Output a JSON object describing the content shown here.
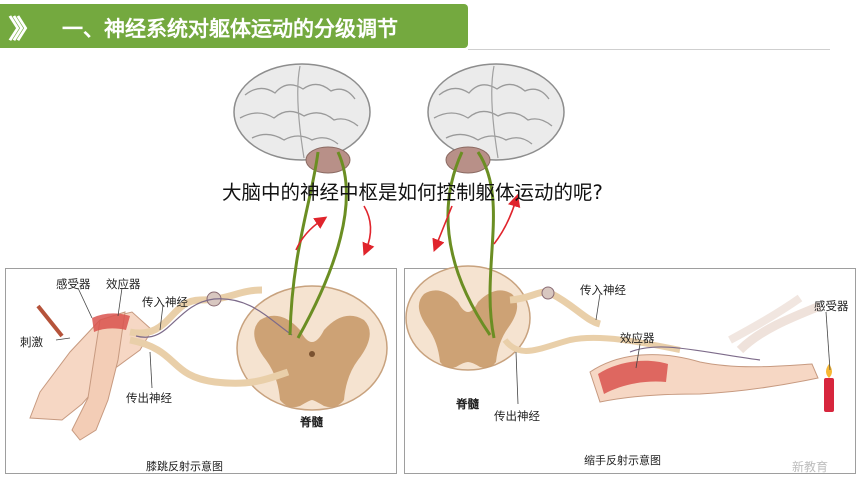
{
  "header": {
    "chevrons": "〉〉〉",
    "title": "一、神经系统对躯体运动的分级调节"
  },
  "question": "大脑中的神经中枢是如何控制躯体运动的呢?",
  "knee_panel": {
    "receptor": "感受器",
    "effector": "效应器",
    "stimulus": "刺激",
    "afferent": "传入神经",
    "efferent": "传出神经",
    "spinal_cord": "脊髓",
    "caption": "膝跳反射示意图"
  },
  "hand_panel": {
    "afferent": "传入神经",
    "effector": "效应器",
    "receptor": "感受器",
    "spinal_cord": "脊髓",
    "efferent": "传出神经",
    "caption": "缩手反射示意图"
  },
  "watermark": "新教育",
  "colors": {
    "accent_green": "#74a93f",
    "nerve_green": "#6b8e23",
    "arrow_red": "#e0242c",
    "brain": "#ebebeb",
    "spinal_white": "#f5e3d0",
    "spinal_grey": "#c99a6a"
  }
}
